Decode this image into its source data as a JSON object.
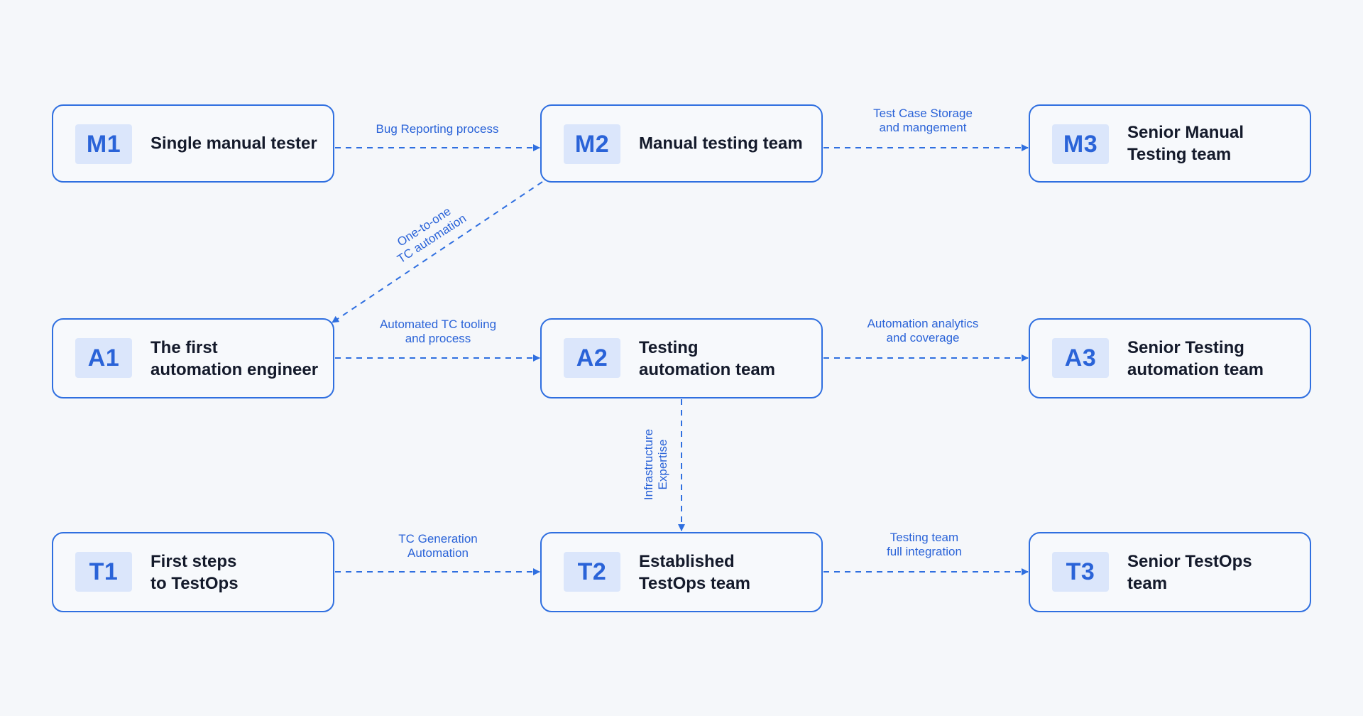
{
  "nodes": {
    "m1": {
      "code": "M1",
      "title": "Single manual tester"
    },
    "m2": {
      "code": "M2",
      "title": "Manual testing team"
    },
    "m3": {
      "code": "M3",
      "title": "Senior Manual\nTesting team"
    },
    "a1": {
      "code": "A1",
      "title": "The first\nautomation engineer"
    },
    "a2": {
      "code": "A2",
      "title": "Testing\nautomation team"
    },
    "a3": {
      "code": "A3",
      "title": "Senior Testing\nautomation team"
    },
    "t1": {
      "code": "T1",
      "title": "First steps\nto TestOps"
    },
    "t2": {
      "code": "T2",
      "title": "Established\nTestOps team"
    },
    "t3": {
      "code": "T3",
      "title": "Senior TestOps\nteam"
    }
  },
  "edges": {
    "m1_m2": "Bug Reporting process",
    "m2_m3": "Test Case Storage\nand mangement",
    "m2_a1": "One-to-one\nTC automation",
    "a1_a2": "Automated TC tooling\nand process",
    "a2_a3": "Automation analytics\nand coverage",
    "a2_t2": "Infrastructure\nExpertise",
    "t1_t2": "TC Generation\nAutomation",
    "t2_t3": "Testing team\nfull integration"
  },
  "colors": {
    "accent": "#2f6fe0",
    "badge_bg": "#dbe6fb",
    "text": "#141a2b",
    "background": "#f5f7fa"
  }
}
